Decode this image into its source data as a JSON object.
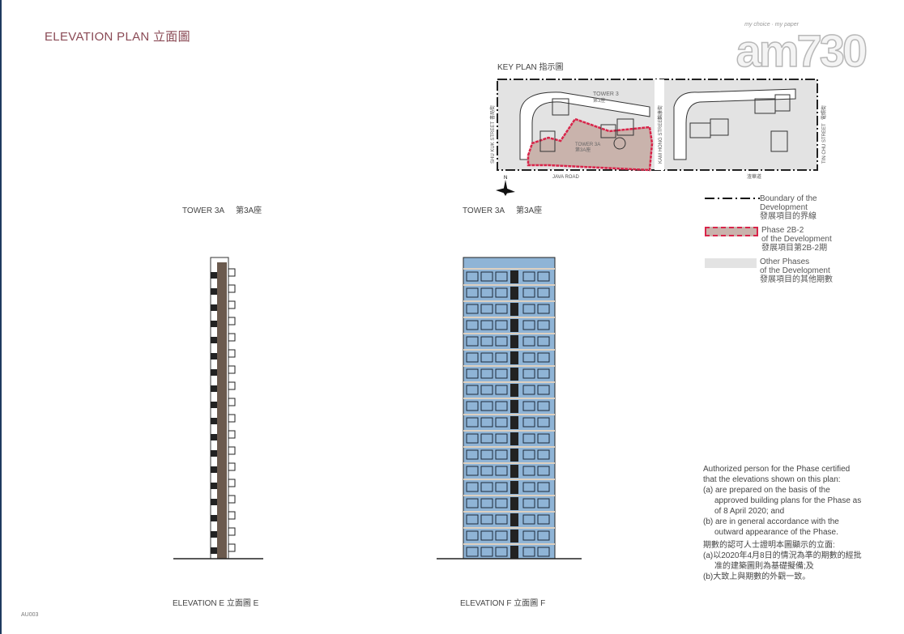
{
  "title": "ELEVATION PLAN 立面圖",
  "logo": {
    "text": "am730",
    "tagline": "my choice · my paper"
  },
  "key_plan": {
    "title": "KEY PLAN 指示圖",
    "labels": {
      "tower3": "TOWER 3",
      "tower3_cn": "第3座",
      "tower3a": "TOWER 3A",
      "tower3a_cn": "第3A座",
      "shu_kuk": "SHU KUK STREET",
      "shu_kuk_cn": "書局街",
      "java": "JAVA ROAD",
      "java_cn": "渣華道",
      "kam_hong": "KAM HONG STREET",
      "kam_hong_cn": "錦康街",
      "tin_chu": "TIN CHU STREET",
      "tin_chu_cn": "電照街",
      "north": "N"
    }
  },
  "towers": [
    {
      "label": "TOWER 3A",
      "label_cn": "第3A座"
    },
    {
      "label": "TOWER 3A",
      "label_cn": "第3A座"
    }
  ],
  "elevations": [
    "ELEVATION E 立面圖 E",
    "ELEVATION F 立面圖 F"
  ],
  "legend": [
    {
      "l1": "Boundary of the",
      "l2": "Development",
      "cn": "發展項目的界線"
    },
    {
      "l1": "Phase 2B-2",
      "l2": "of the Development",
      "cn": "發展項目第2B-2期"
    },
    {
      "l1": "Other Phases",
      "l2": "of the Development",
      "cn": "發展項目的其他期數"
    }
  ],
  "colors": {
    "boundary_red": "#d8254a",
    "phase_fill": "#c9b3ac",
    "other_fill": "#e3e3e3",
    "glass": "#8fb4d6",
    "title": "#8a4a55"
  },
  "certification": {
    "intro": "Authorized person for the Phase certified that the elevations shown on this plan:",
    "a": "(a) are prepared on the basis of the approved building plans for the Phase as of 8 April 2020; and",
    "b": "(b) are in general accordance with the outward appearance of the Phase.",
    "cn_intro": "期數的認可人士證明本圖顯示的立面:",
    "cn_a": "(a)以2020年4月8日的情況為準的期數的經批准的建築圖則為基礎擬備;及",
    "cn_b": "(b)大致上與期數的外觀一致。"
  },
  "page_code": "AU003"
}
